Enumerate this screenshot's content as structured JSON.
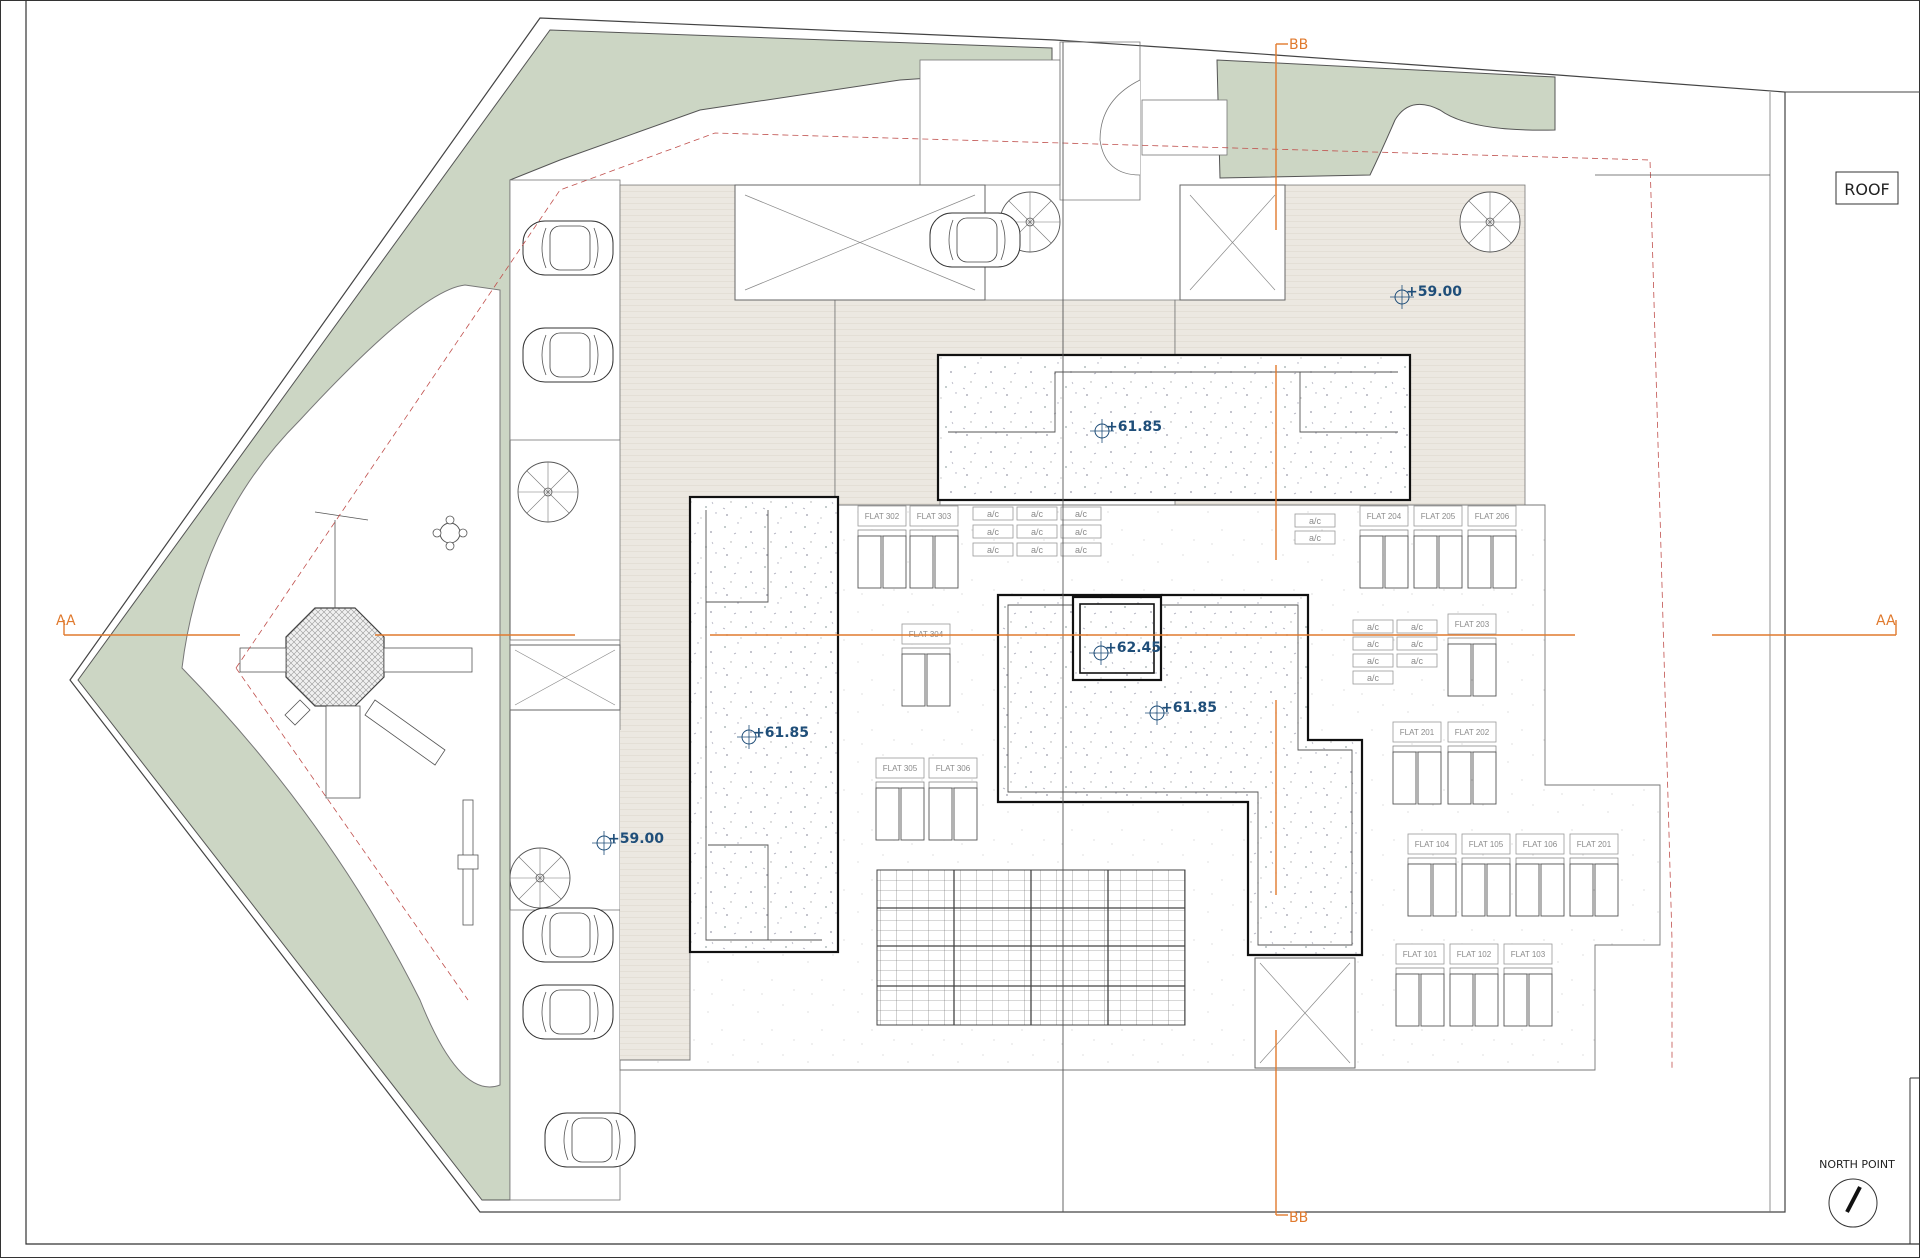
{
  "sheet": {
    "view_label": "ROOF",
    "north_label": "NORTH POINT",
    "section_aa": "AA",
    "section_bb": "BB"
  },
  "levels": {
    "terrace_left": "+59.00",
    "terrace_right": "+59.00",
    "roof_top": "+61.85",
    "roof_left": "+61.85",
    "roof_center": "+61.85",
    "stair_core": "+62.45"
  },
  "ac_label": "a/c",
  "flats": {
    "f302": "FLAT 302",
    "f303": "FLAT 303",
    "f304": "FLAT 304",
    "f305": "FLAT 305",
    "f306": "FLAT 306",
    "f204": "FLAT 204",
    "f205": "FLAT 205",
    "f206": "FLAT 206",
    "f203": "FLAT 203",
    "f201": "FLAT 201",
    "f202": "FLAT 202",
    "f104": "FLAT 104",
    "f105": "FLAT 105",
    "f106": "FLAT 106",
    "f201b": "FLAT 201",
    "f101": "FLAT 101",
    "f102": "FLAT 102",
    "f103": "FLAT 103"
  },
  "colors": {
    "landscape": "#ccd6c4",
    "deck": "#ece8e1",
    "section_line": "#e07a2e",
    "level_text": "#1f4e79"
  }
}
